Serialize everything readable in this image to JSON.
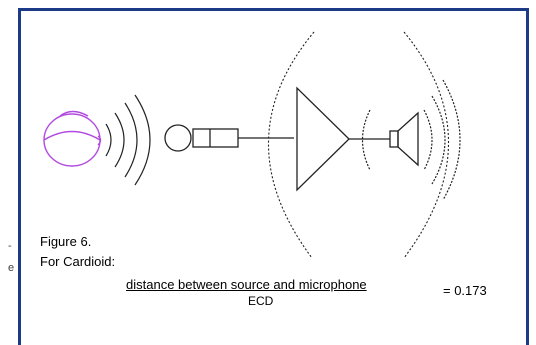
{
  "figure": {
    "caption": "Figure 6.",
    "subcaption": "For Cardioid:",
    "numerator": "distance between source and microphone",
    "denominator": "ECD",
    "equals_text": "= 0.173"
  },
  "margin_fragments": [
    "-",
    "e"
  ],
  "colors": {
    "border": "#1c3a86",
    "head": "#b24be0",
    "lines": "#222222"
  },
  "icons": {
    "source": "head-outline-icon",
    "mic": "microphone-icon",
    "amp": "amplifier-triangle-icon",
    "speaker": "loudspeaker-icon"
  }
}
